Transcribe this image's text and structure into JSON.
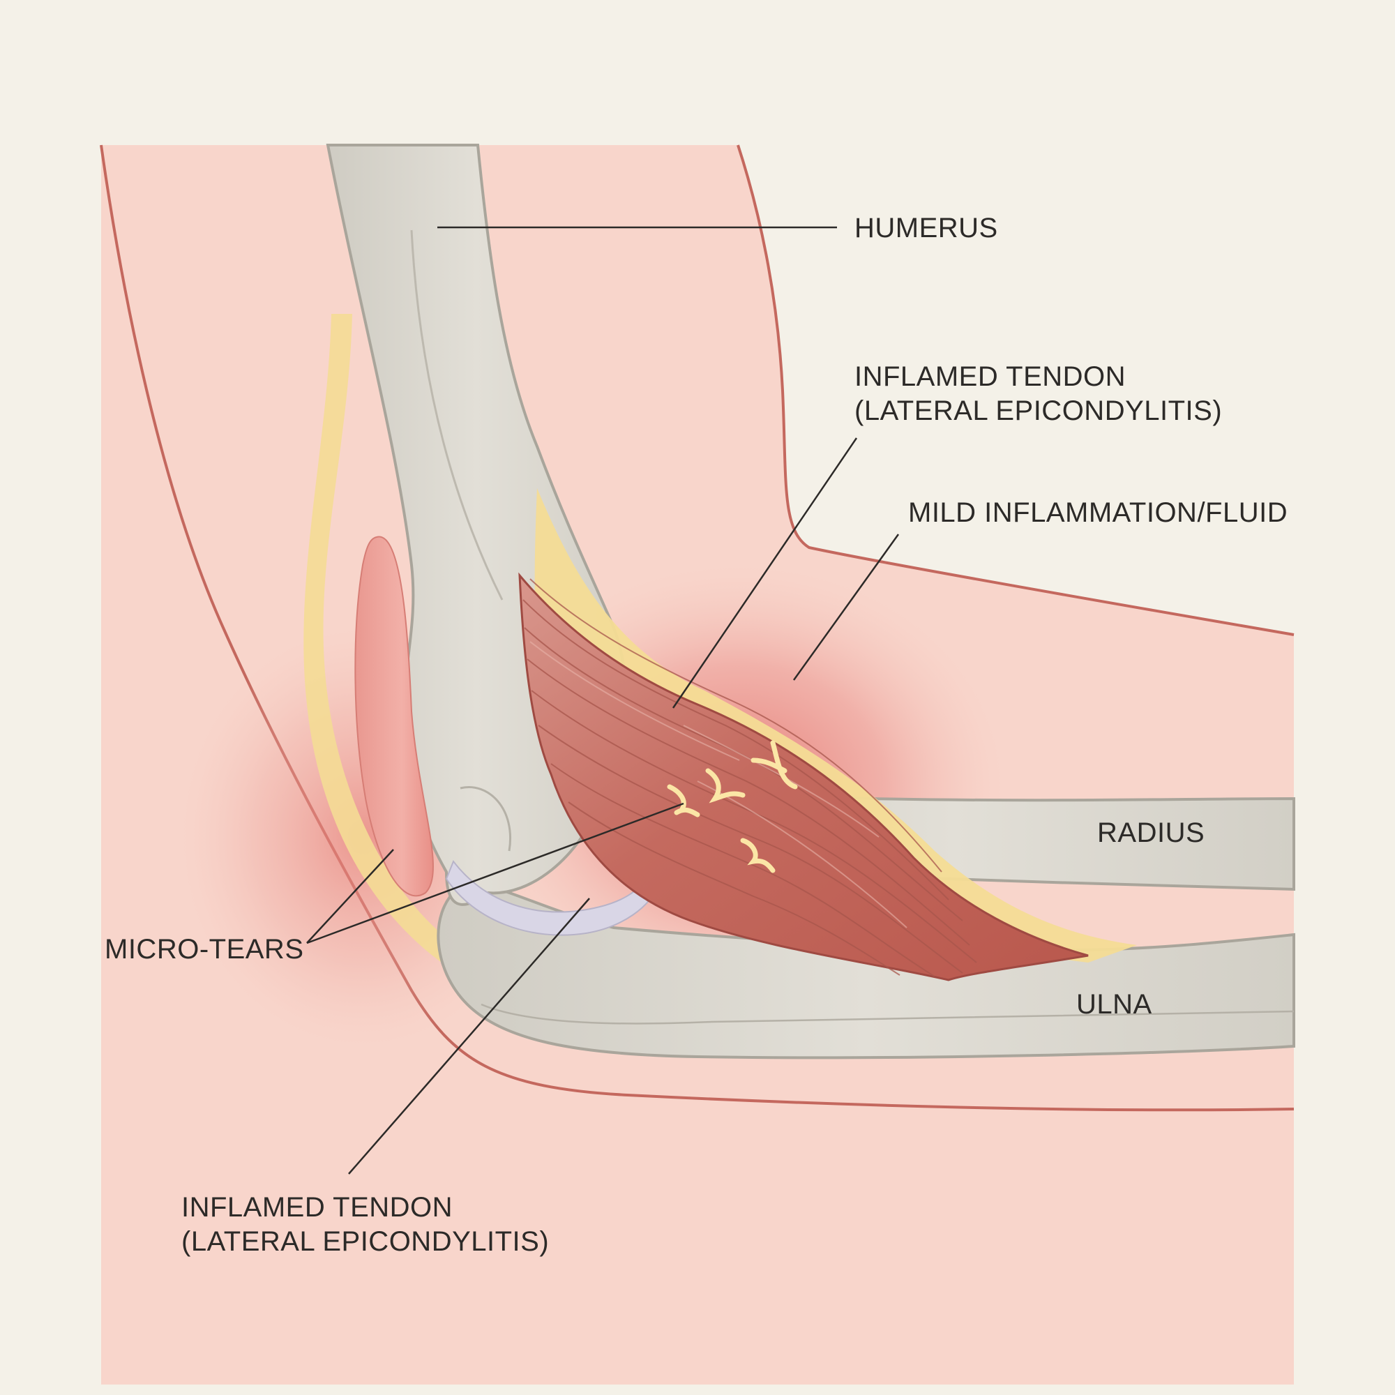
{
  "diagram": {
    "labels": {
      "humerus": "HUMERUS",
      "tendon_upper_line1": "INFLAMED TENDON",
      "tendon_upper_line2": "(LATERAL EPICONDYLITIS)",
      "fluid": "MILD INFLAMMATION/FLUID",
      "radius": "RADIUS",
      "ulna": "ULNA",
      "micro_tears": "MICRO-TEARS",
      "tendon_lower_line1": "INFLAMED TENDON",
      "tendon_lower_line2": "(LATERAL EPICONDYLITIS)"
    },
    "colors": {
      "background": "#f4f1e8",
      "skin_fill": "#f8d5cb",
      "skin_outline": "#c4685e",
      "bone_fill": "#dcd9d0",
      "bone_outline": "#a9a59b",
      "tendon_fill": "#c66a5f",
      "sheath_yellow": "#f2d88a",
      "inflammation_glow": "#e47f78",
      "cartilage": "#d9d6e6",
      "tear_marks": "#fbe6a6",
      "leader_lines": "#2c2a28"
    }
  }
}
